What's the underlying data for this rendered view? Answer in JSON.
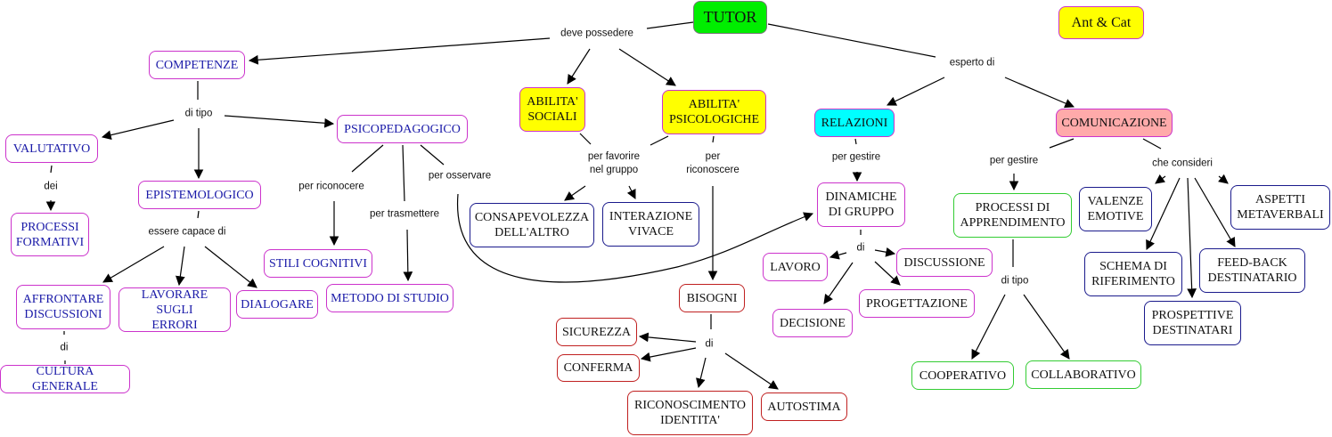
{
  "title": "TUTOR",
  "author_badge": "Ant & Cat",
  "colors": {
    "tutor": "#00ee00",
    "highlight_yellow": "#ffff00",
    "relazioni": "#00ffff",
    "comunicazione": "#ffaaaa",
    "border_magenta": "#cc33cc",
    "border_navy": "#1a1a8c",
    "border_red": "#c02020",
    "border_green": "#33cc33",
    "text_blue": "#1a1aa8"
  },
  "concepts": {
    "tutor": "TUTOR",
    "ant_cat": "Ant & Cat",
    "competenze": "COMPETENZE",
    "valutativo": "VALUTATIVO",
    "processi_formativi": "PROCESSI\nFORMATIVI",
    "epistemologico": "EPISTEMOLOGICO",
    "psicopedagogico": "PSICOPEDAGOGICO",
    "affrontare_discussioni": "AFFRONTARE\nDISCUSSIONI",
    "lavorare_sugli_errori": "LAVORARE SUGLI\nERRORI",
    "dialogare": "DIALOGARE",
    "cultura_generale": "CULTURA GENERALE",
    "stili_cognitivi": "STILI COGNITIVI",
    "metodo_di_studio": "METODO DI STUDIO",
    "abilita_sociali": "ABILITA'\nSOCIALI",
    "abilita_psicologiche": "ABILITA'\nPSICOLOGICHE",
    "consapevolezza": "CONSAPEVOLEZZA\nDELL'ALTRO",
    "interazione": "INTERAZIONE\nVIVACE",
    "bisogni": "BISOGNI",
    "sicurezza": "SICUREZZA",
    "conferma": "CONFERMA",
    "riconoscimento": "RICONOSCIMENTO\nIDENTITA'",
    "autostima": "AUTOSTIMA",
    "relazioni": "RELAZIONI",
    "dinamiche": "DINAMICHE\nDI GRUPPO",
    "lavoro": "LAVORO",
    "discussione": "DISCUSSIONE",
    "decisione": "DECISIONE",
    "progettazione": "PROGETTAZIONE",
    "comunicazione": "COMUNICAZIONE",
    "processi_apprendimento": "PROCESSI DI\nAPPRENDIMENTO",
    "cooperativo": "COOPERATIVO",
    "collaborativo": "COLLABORATIVO",
    "valenze_emotive": "VALENZE\nEMOTIVE",
    "aspetti_metaverbali": "ASPETTI\nMETAVERBALI",
    "schema_riferimento": "SCHEMA DI\nRIFERIMENTO",
    "feedback_destinatario": "FEED-BACK\nDESTINATARIO",
    "prospettive_destinatari": "PROSPETTIVE\nDESTINATARI"
  },
  "links": {
    "deve_possedere": "deve possedere",
    "esperto_di": "esperto di",
    "di_tipo_1": "di tipo",
    "dei": "dei",
    "essere_capace_di": "essere capace di",
    "di_1": "di",
    "per_riconocere": "per riconocere",
    "per_trasmettere": "per trasmettere",
    "per_osservare": "per osservare",
    "per_favorire": "per favorire\nnel gruppo",
    "per_riconoscere": "per\nriconoscere",
    "di_2": "di",
    "per_gestire_1": "per gestire",
    "di_3": "di",
    "per_gestire_2": "per gestire",
    "di_tipo_2": "di tipo",
    "che_consideri": "che consideri"
  }
}
